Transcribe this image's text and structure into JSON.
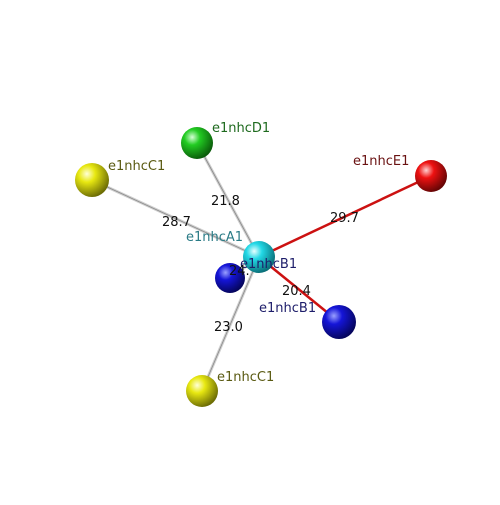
{
  "colors": {
    "background": "#ffffff",
    "bond_grey": "#cfcfcf",
    "bond_red": "#cc1111",
    "cyan": "#22d8e6",
    "blue": "#1515d8",
    "green": "#22cc22",
    "yellow": "#e8e811",
    "red": "#ee1111"
  },
  "nodes": {
    "center_a": {
      "label": "e1nhcA1",
      "label_color": "#2a7b86"
    },
    "center_b": {
      "label": "e1nhcB1",
      "label_color": "#1d1d6a"
    },
    "hidden_blue": {
      "label": ""
    },
    "blue_b1": {
      "label": "e1nhcB1",
      "label_color": "#1d1d6a"
    },
    "green_d1": {
      "label": "e1nhcD1",
      "label_color": "#1e6a1e"
    },
    "yellow_c1_top": {
      "label": "e1nhcC1",
      "label_color": "#5a5a12"
    },
    "yellow_c1_bottom": {
      "label": "e1nhcC1",
      "label_color": "#5a5a12"
    },
    "red_e1": {
      "label": "e1nhcE1",
      "label_color": "#6a1212"
    }
  },
  "edges": {
    "to_green_d1": {
      "distance": "21.8"
    },
    "to_yellow_c1_top": {
      "distance": "28.7"
    },
    "to_red_e1": {
      "distance": "29.7"
    },
    "to_blue_b1": {
      "distance": "20.4"
    },
    "to_yellow_c1_bottom": {
      "distance": "23.0"
    },
    "to_hidden_blue": {
      "distance": "24."
    }
  }
}
